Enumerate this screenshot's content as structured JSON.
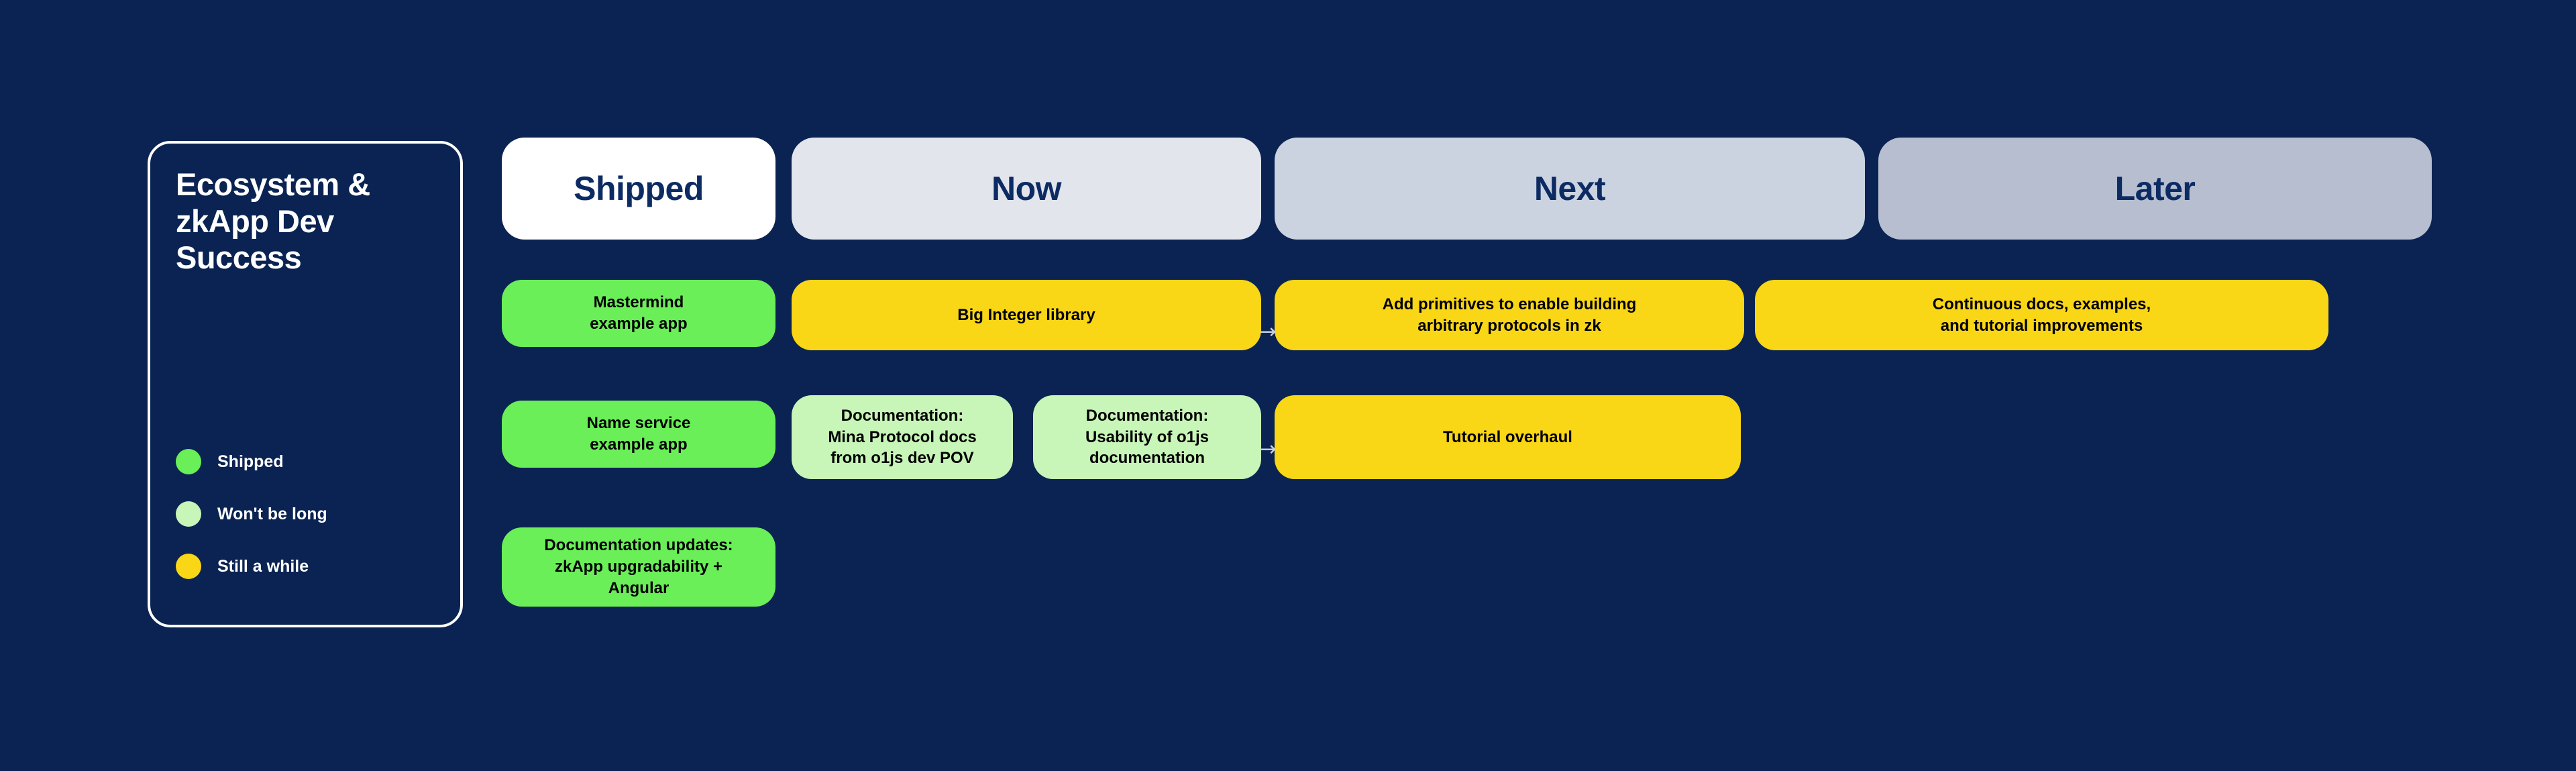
{
  "palette": {
    "background": "#0a2352",
    "shipped_green": "#6aef58",
    "wont_be_long_green": "#c8f5b8",
    "still_a_while_yellow": "#f9d616",
    "header_text": "#0d2b63",
    "card_text": "#000000",
    "legend_border": "#ffffff",
    "arrow": "#c9cfdd"
  },
  "legend": {
    "title": "Ecosystem &\nzkApp Dev\nSuccess",
    "items": [
      {
        "label": "Shipped",
        "color": "#6aef58"
      },
      {
        "label": "Won't be long",
        "color": "#c8f5b8"
      },
      {
        "label": "Still a while",
        "color": "#f9d616"
      }
    ]
  },
  "columns": [
    {
      "label": "Shipped",
      "bg": "#ffffff"
    },
    {
      "label": "Now",
      "bg": "#e2e5ec"
    },
    {
      "label": "Next",
      "bg": "#ccd3e0"
    },
    {
      "label": "Later",
      "bg": "#b6becf"
    }
  ],
  "arrows": {
    "glyph": "→",
    "name": "flow-arrow-right"
  },
  "cards": [
    {
      "text": "Mastermind\nexample app",
      "column": "Shipped",
      "status": "Shipped",
      "color": "#6aef58",
      "row": 1
    },
    {
      "text": "Big Integer library",
      "column": "Now",
      "status": "Still a while",
      "color": "#f9d616",
      "row": 1
    },
    {
      "text": "Add primitives to enable building\narbitrary protocols in zk",
      "column": "Next",
      "status": "Still a while",
      "color": "#f9d616",
      "row": 1
    },
    {
      "text": "Continuous docs, examples,\nand tutorial improvements",
      "column": "Later",
      "status": "Still a while",
      "color": "#f9d616",
      "row": 1
    },
    {
      "text": "Name service\nexample app",
      "column": "Shipped",
      "status": "Shipped",
      "color": "#6aef58",
      "row": 2
    },
    {
      "text": "Documentation:\nMina Protocol docs\nfrom o1js dev POV",
      "column": "Now",
      "status": "Won't be long",
      "color": "#c8f5b8",
      "row": 2
    },
    {
      "text": "Documentation:\nUsability of o1js\ndocumentation",
      "column": "Now",
      "status": "Won't be long",
      "color": "#c8f5b8",
      "row": 2
    },
    {
      "text": "Tutorial overhaul",
      "column": "Next",
      "status": "Still a while",
      "color": "#f9d616",
      "row": 2
    },
    {
      "text": "Documentation updates:\nzkApp upgradability +\nAngular",
      "column": "Shipped",
      "status": "Shipped",
      "color": "#6aef58",
      "row": 3
    }
  ]
}
